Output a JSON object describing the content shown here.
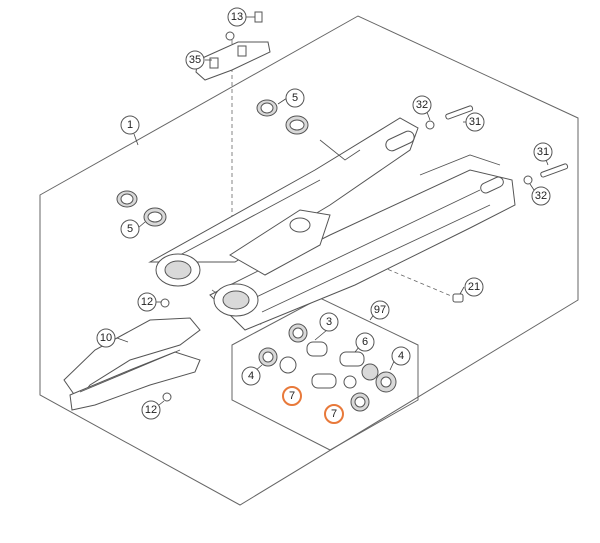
{
  "diagram": {
    "callouts": {
      "c1": "1",
      "c3": "3",
      "c4a": "4",
      "c4b": "4",
      "c5a": "5",
      "c5b": "5",
      "c6": "6",
      "c7a": "7",
      "c7b": "7",
      "c10": "10",
      "c12a": "12",
      "c12b": "12",
      "c13": "13",
      "c21": "21",
      "c31a": "31",
      "c31b": "31",
      "c32a": "32",
      "c32b": "32",
      "c35": "35",
      "c97": "97"
    },
    "highlight_color": "#e8793a"
  }
}
